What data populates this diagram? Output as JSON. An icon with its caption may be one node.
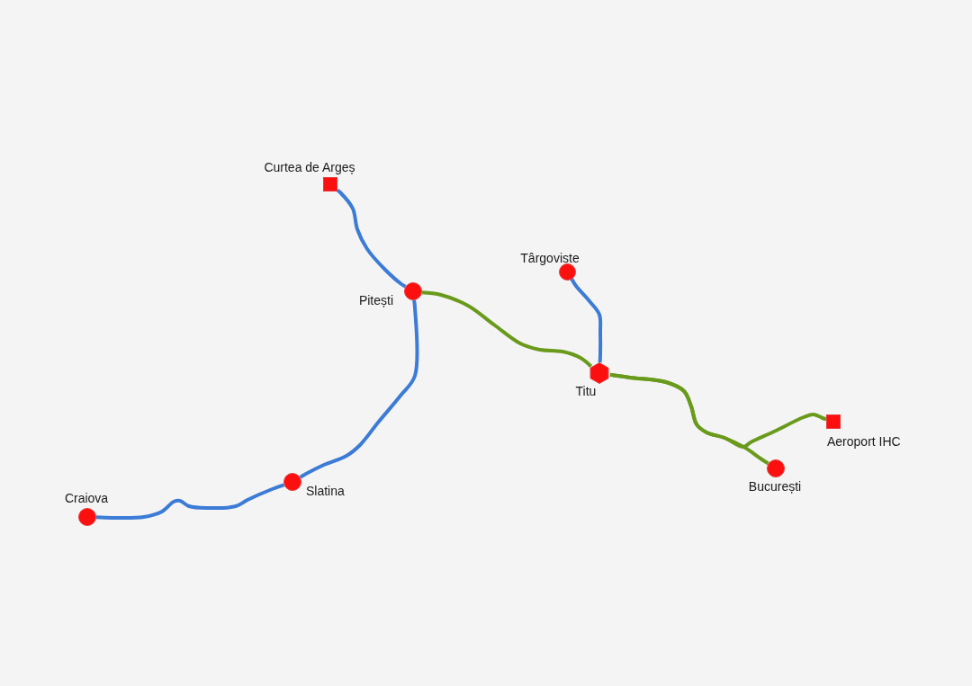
{
  "diagram": {
    "nodes": [
      {
        "text": [],
        "shape": "box",
        "beside": [
          "Curtea de Argeș"
        ]
      },
      {
        "text": [],
        "shape": "circle",
        "beside": [
          "Pitești"
        ]
      },
      {
        "text": [],
        "shape": "circle",
        "beside": [
          "Târgoviste"
        ]
      },
      {
        "text": [],
        "shape": "hexagon",
        "beside": [
          "Titu"
        ]
      },
      {
        "text": [],
        "shape": "box",
        "beside": [
          "Aeroport IHC"
        ]
      },
      {
        "text": [],
        "shape": "circle",
        "beside": [
          "Craiova"
        ]
      },
      {
        "text": [],
        "shape": "circle",
        "beside": [
          "Slatina"
        ]
      },
      {
        "text": [],
        "shape": "circle",
        "beside": [
          "București"
        ]
      }
    ],
    "edges": [
      {
        "from": 0,
        "to": 1,
        "arrow": "none"
      },
      {
        "from": 1,
        "to": 6,
        "arrow": "none"
      },
      {
        "from": 6,
        "to": 5,
        "arrow": "none"
      },
      {
        "from": 1,
        "to": 3,
        "arrow": "none",
        "color": "#6a9a1c"
      },
      {
        "from": 2,
        "to": 3,
        "arrow": "none"
      },
      {
        "from": 3,
        "to": 7,
        "arrow": "none",
        "color": "#6a9a1c"
      },
      {
        "from": 3,
        "to": 4,
        "arrow": "none",
        "color": "#6a9a1c"
      }
    ]
  }
}
